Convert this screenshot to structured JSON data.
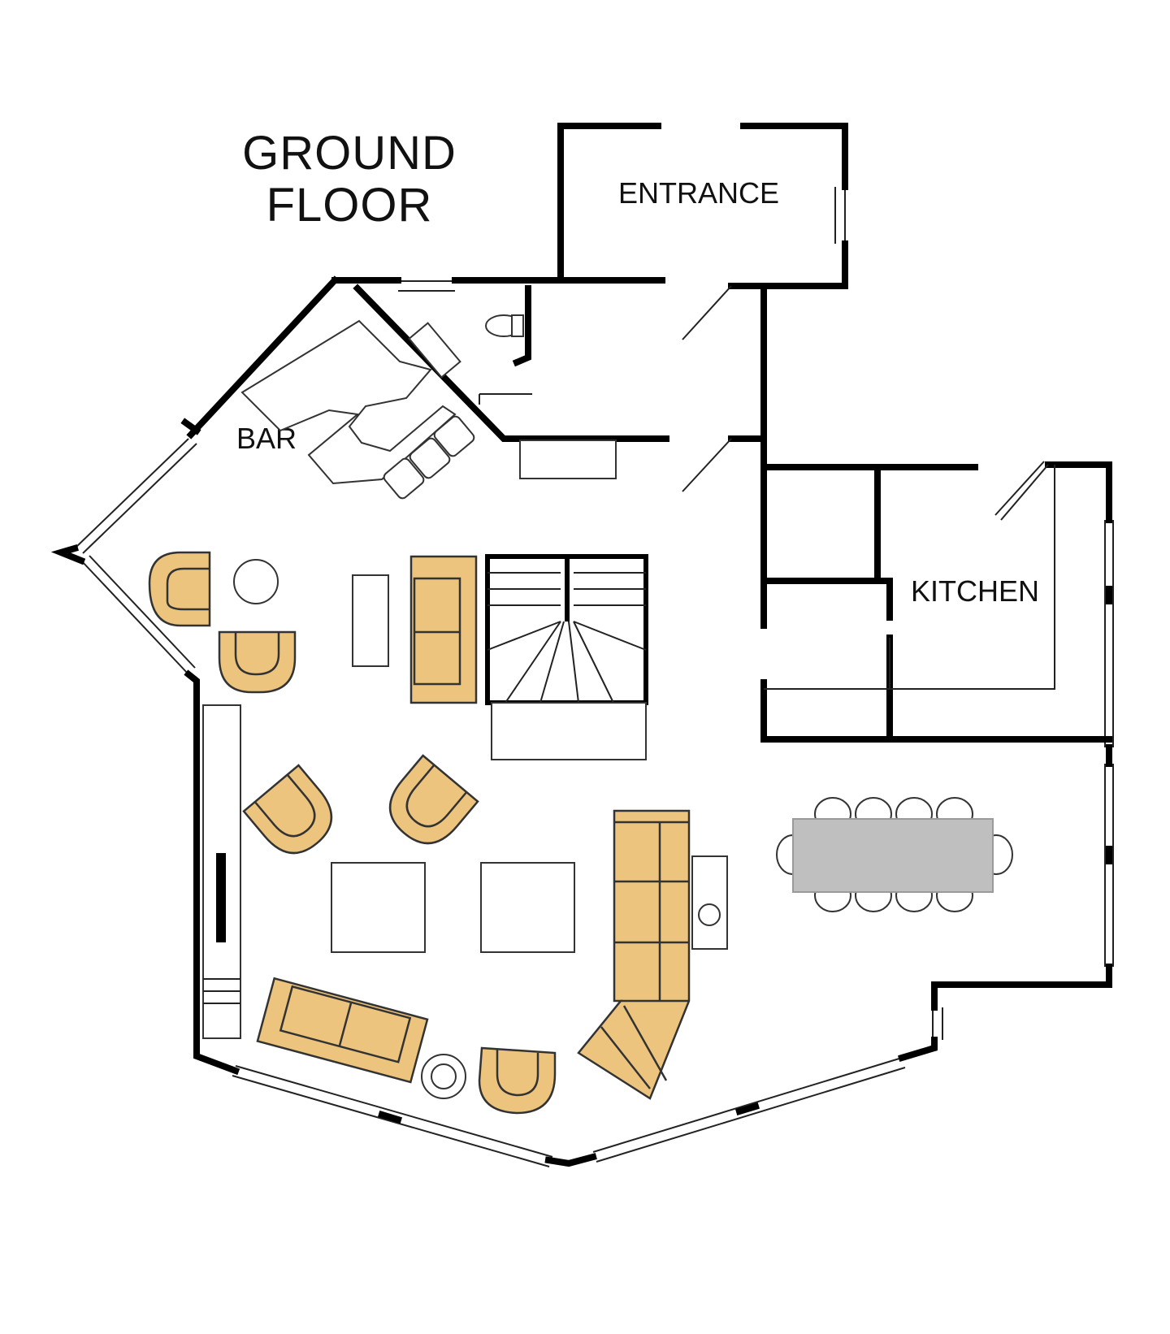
{
  "title": {
    "line1": "GROUND",
    "line2": "FLOOR"
  },
  "rooms": {
    "entrance": "ENTRANCE",
    "bar": "BAR",
    "kitchen": "KITCHEN"
  },
  "colors": {
    "furniture": "#ecc47d",
    "dining_table": "#bfbfbf",
    "wall": "#000000"
  }
}
